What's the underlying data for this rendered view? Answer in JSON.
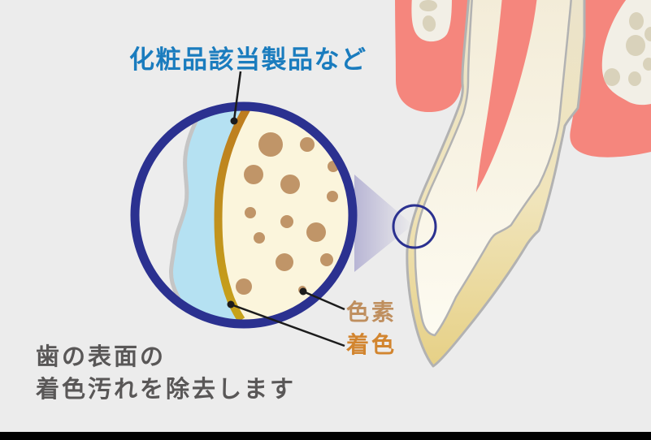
{
  "page": {
    "background_color": "#ececec",
    "footer_bar_color": "#000000"
  },
  "annotations": {
    "callout_top": {
      "text": "化粧品該当製品など",
      "color": "#1a7cbe"
    },
    "label_pigment": {
      "text": "色素",
      "color": "#bf8f5f"
    },
    "label_stain": {
      "text": "着色",
      "color": "#d2852f"
    },
    "caption": {
      "line1": "歯の表面の",
      "line2": "着色汚れを除去します",
      "color": "#595757"
    }
  },
  "magnifier": {
    "ring_color": "#2b3190",
    "plaque_layer_color": "#b5e1f2",
    "stain_band_top_color": "#bd791f",
    "stain_band_bottom_color": "#c7a31a",
    "tooth_surface_color": "#fbf5dc",
    "pigment_dot_color": "#c09568",
    "pigment_dots": [
      [
        333,
        178,
        15
      ],
      [
        378,
        178,
        9
      ],
      [
        410,
        205,
        7
      ],
      [
        312,
        215,
        12
      ],
      [
        357,
        227,
        12
      ],
      [
        409,
        242,
        7
      ],
      [
        308,
        262,
        7
      ],
      [
        353,
        273,
        8
      ],
      [
        389,
        286,
        12
      ],
      [
        319,
        293,
        7
      ],
      [
        402,
        320,
        8
      ],
      [
        350,
        323,
        11
      ],
      [
        300,
        353,
        10
      ],
      [
        372,
        357,
        5
      ]
    ]
  },
  "tooth": {
    "gum_color": "#f5867d",
    "bone_color": "#f2efe6",
    "bone_spot_color": "#d9d2bb",
    "enamel_color": "#e6d085",
    "dentin_color": "#fdfbf1",
    "pulp_color": "#f5867d",
    "outline_color": "#b2b2b2",
    "zoom_beam_color": "#b2afd2",
    "zoom_ring_color": "#2b3190"
  }
}
